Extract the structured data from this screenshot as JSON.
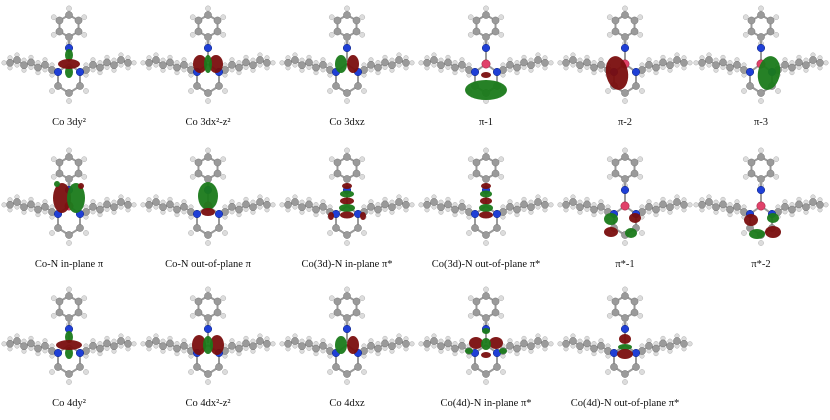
{
  "colors": {
    "carbon": "#9a9a9a",
    "hydrogen": "#dcdcdc",
    "nitrogen": "#1f3fd6",
    "cobalt": "#e0426a",
    "bond": "#9a9a9a",
    "lobe_positive": "#1a7a1a",
    "lobe_negative": "#7a0e0e"
  },
  "panels": [
    {
      "label": "Co 3dy²",
      "co_visible": false,
      "orbital": "dz2"
    },
    {
      "label": "Co 3dx²-z²",
      "co_visible": false,
      "orbital": "dx2"
    },
    {
      "label": "Co 3dxz",
      "co_visible": false,
      "orbital": "dxz"
    },
    {
      "label": "π-1",
      "co_visible": true,
      "orbital": "pi1"
    },
    {
      "label": "π-2",
      "co_visible": true,
      "orbital": "pi2"
    },
    {
      "label": "π-3",
      "co_visible": true,
      "orbital": "pi3"
    },
    {
      "label": "Co-N in-plane π",
      "co_visible": true,
      "orbital": "coN_in"
    },
    {
      "label": "Co-N out-of-plane π",
      "co_visible": true,
      "orbital": "coN_out"
    },
    {
      "label": "Co(3d)-N in-plane π*",
      "co_visible": false,
      "orbital": "stack_in"
    },
    {
      "label": "Co(3d)-N out-of-plane π*",
      "co_visible": false,
      "orbital": "stack_out"
    },
    {
      "label": "π*-1",
      "co_visible": true,
      "orbital": "pistar1"
    },
    {
      "label": "π*-2",
      "co_visible": true,
      "orbital": "pistar2"
    },
    {
      "label": "Co 4dy²",
      "co_visible": false,
      "orbital": "dz2b"
    },
    {
      "label": "Co 4dx²-z²",
      "co_visible": false,
      "orbital": "dx2b"
    },
    {
      "label": "Co 4dxz",
      "co_visible": false,
      "orbital": "dxz"
    },
    {
      "label": "Co(4d)-N in-plane π*",
      "co_visible": false,
      "orbital": "stack4_in"
    },
    {
      "label": "Co(4d)-N out-of-plane π*",
      "co_visible": false,
      "orbital": "stack4_out"
    }
  ]
}
